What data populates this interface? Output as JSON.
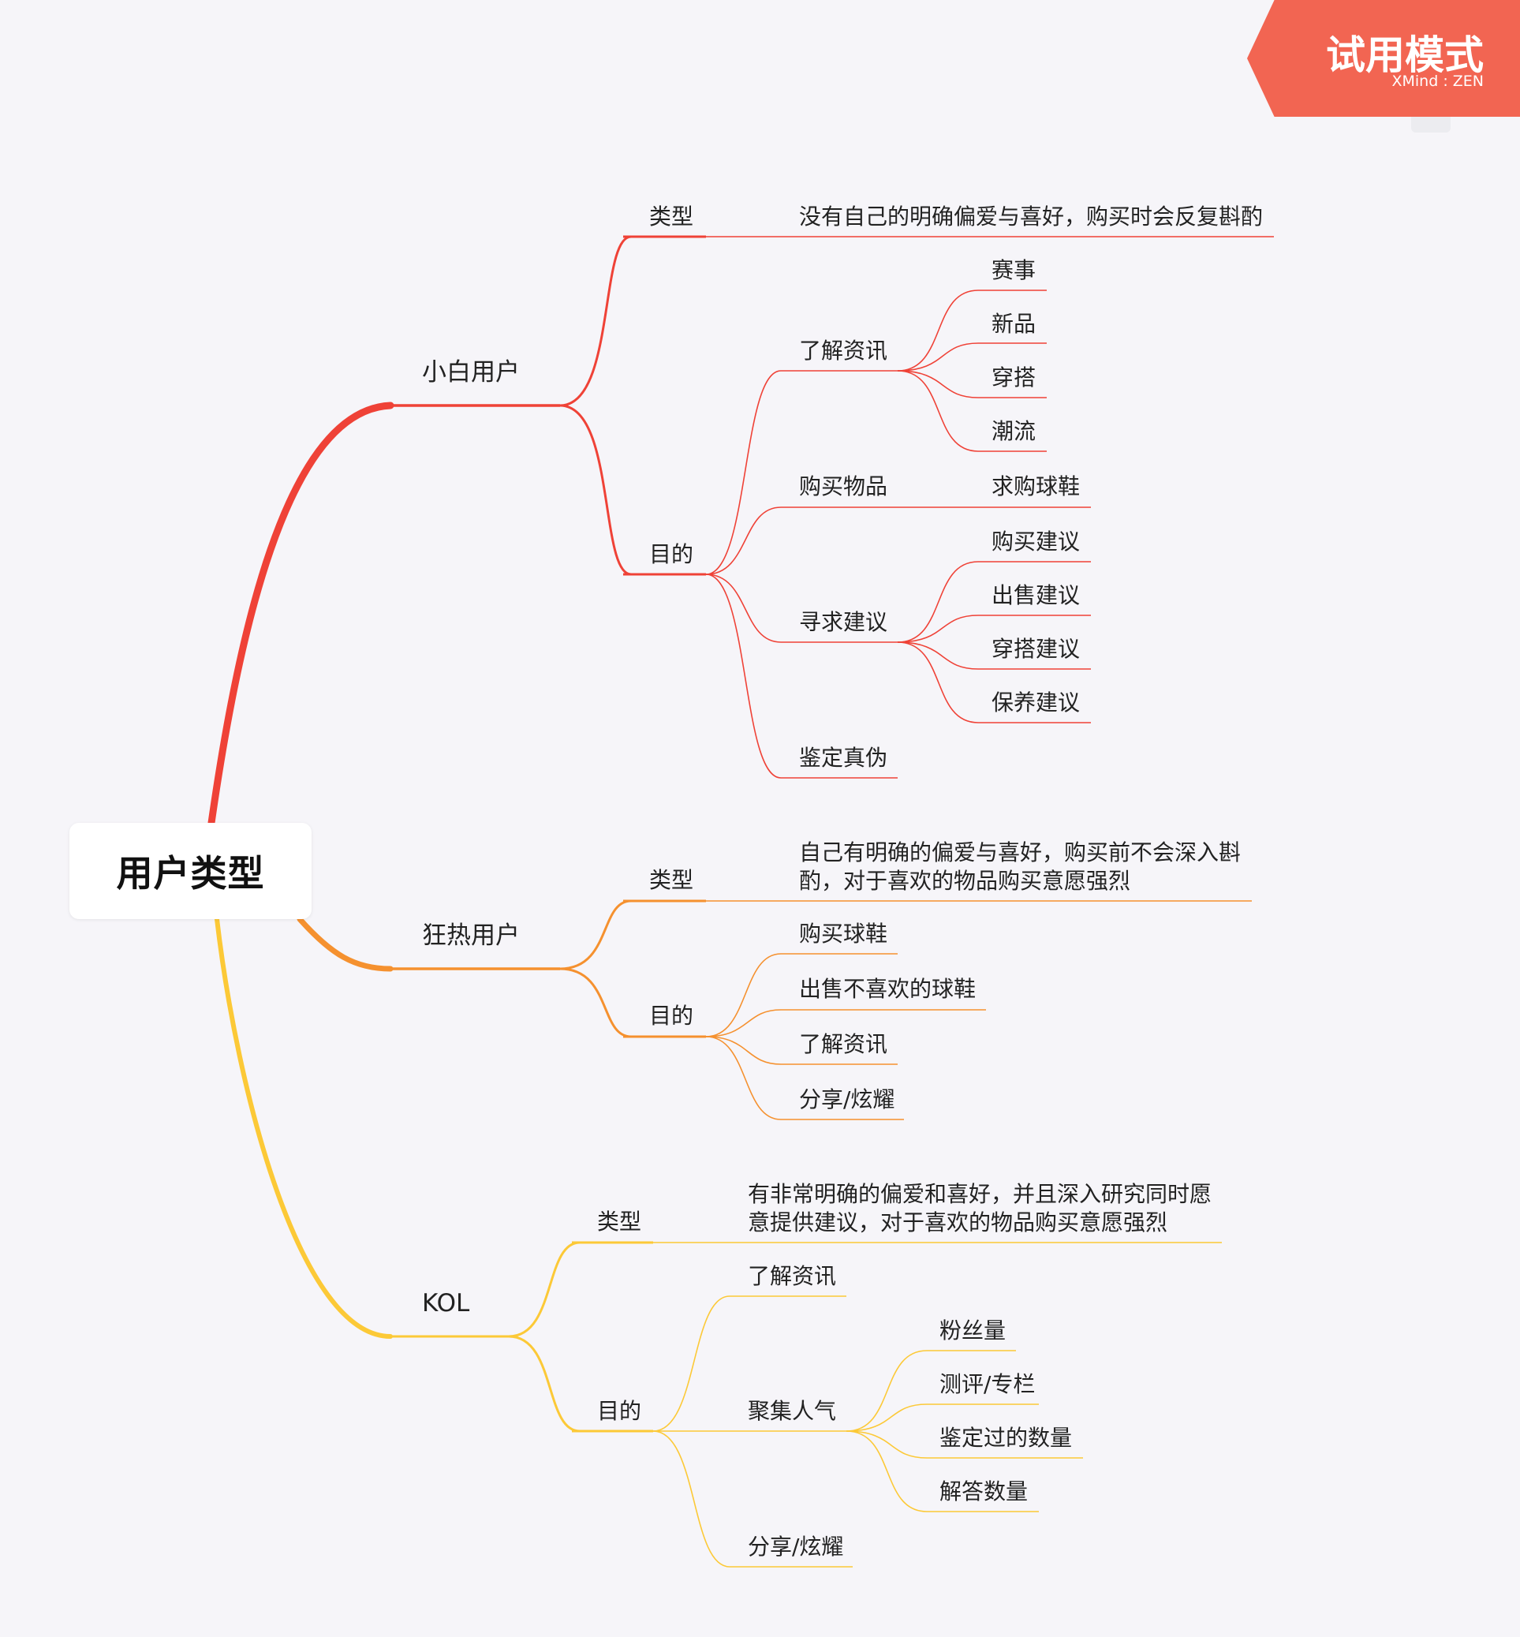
{
  "colors": {
    "red": "#ef4237",
    "orange": "#f5912f",
    "yellow": "#fcc937",
    "background": "#f6f5f9",
    "badge": "#f26552"
  },
  "badge": {
    "title": "试用模式",
    "subtitle": "XMind : ZEN"
  },
  "root": {
    "label": "用户类型"
  },
  "branches": {
    "xiaobai": {
      "label": "小白用户",
      "type": {
        "label": "类型",
        "desc": "没有自己的明确偏爱与喜好，购买时会反复斟酌"
      },
      "purpose": {
        "label": "目的",
        "info": {
          "label": "了解资讯",
          "items": [
            "赛事",
            "新品",
            "穿搭",
            "潮流"
          ]
        },
        "buy": {
          "label": "购买物品",
          "item": "求购球鞋"
        },
        "advice": {
          "label": "寻求建议",
          "items": [
            "购买建议",
            "出售建议",
            "穿搭建议",
            "保养建议"
          ]
        },
        "auth": {
          "label": "鉴定真伪"
        }
      }
    },
    "fanatic": {
      "label": "狂热用户",
      "type": {
        "label": "类型",
        "desc_lines": [
          "自己有明确的偏爱与喜好，购买前不会深入斟",
          "酌，对于喜欢的物品购买意愿强烈"
        ]
      },
      "purpose": {
        "label": "目的",
        "items": [
          "购买球鞋",
          "出售不喜欢的球鞋",
          "了解资讯",
          "分享/炫耀"
        ]
      }
    },
    "kol": {
      "label": "KOL",
      "type": {
        "label": "类型",
        "desc_lines": [
          "有非常明确的偏爱和喜好，并且深入研究同时愿",
          "意提供建议，对于喜欢的物品购买意愿强烈"
        ]
      },
      "purpose": {
        "label": "目的",
        "info": {
          "label": "了解资讯"
        },
        "popularity": {
          "label": "聚集人气",
          "items": [
            "粉丝量",
            "测评/专栏",
            "鉴定过的数量",
            "解答数量"
          ]
        },
        "share": {
          "label": "分享/炫耀"
        }
      }
    }
  }
}
